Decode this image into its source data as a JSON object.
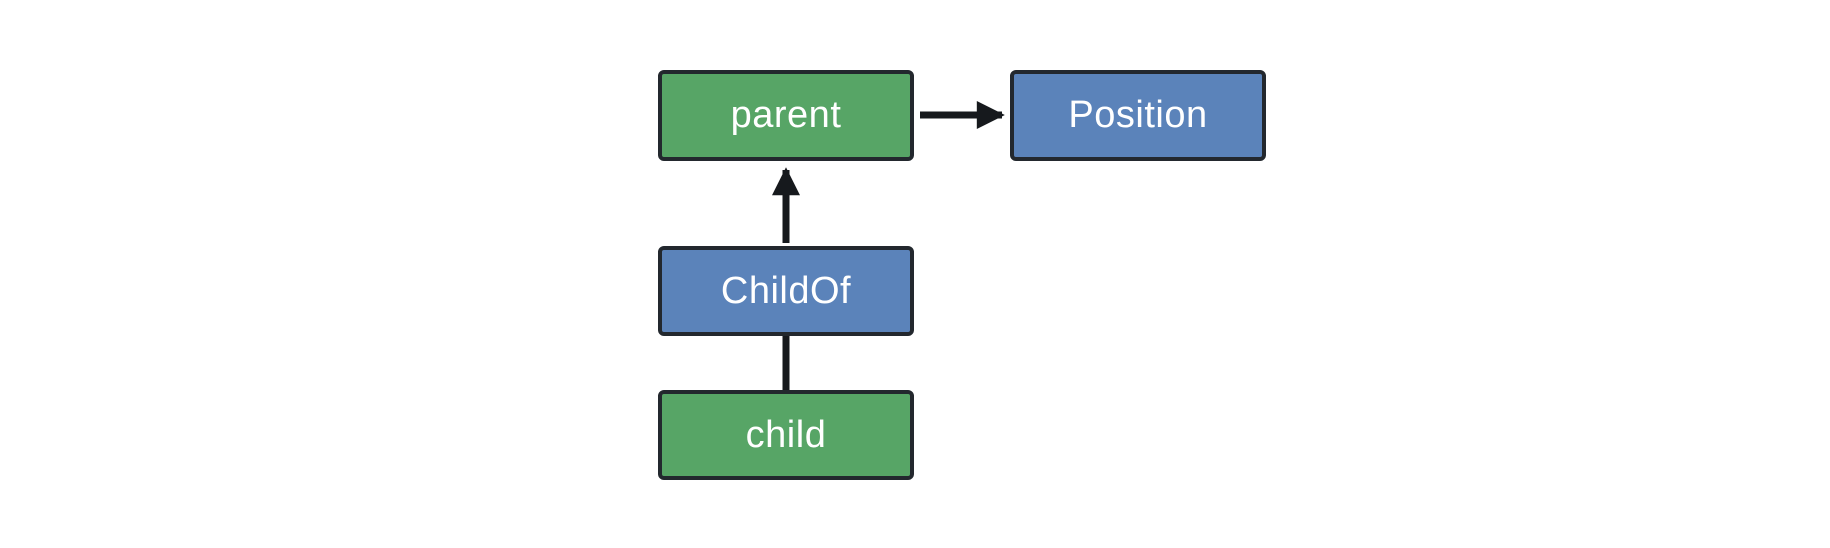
{
  "diagram": {
    "nodes": [
      {
        "id": "parent",
        "label": "parent",
        "fill": "#57a566",
        "border": "#23282e",
        "text_color": "#ffffff"
      },
      {
        "id": "Position",
        "label": "Position",
        "fill": "#5b83ba",
        "border": "#23282e",
        "text_color": "#ffffff"
      },
      {
        "id": "ChildOf",
        "label": "ChildOf",
        "fill": "#5b83ba",
        "border": "#23282e",
        "text_color": "#ffffff"
      },
      {
        "id": "child",
        "label": "child",
        "fill": "#57a566",
        "border": "#23282e",
        "text_color": "#ffffff"
      }
    ],
    "edges": [
      {
        "from": "parent",
        "to": "Position",
        "style": "arrow"
      },
      {
        "from": "ChildOf",
        "to": "parent",
        "style": "arrow"
      },
      {
        "from": "child",
        "to": "ChildOf",
        "style": "plain-line"
      }
    ],
    "colors": {
      "background": "#ffffff",
      "edge": "#16191d",
      "green_fill": "#57a566",
      "blue_fill": "#5b83ba"
    }
  }
}
